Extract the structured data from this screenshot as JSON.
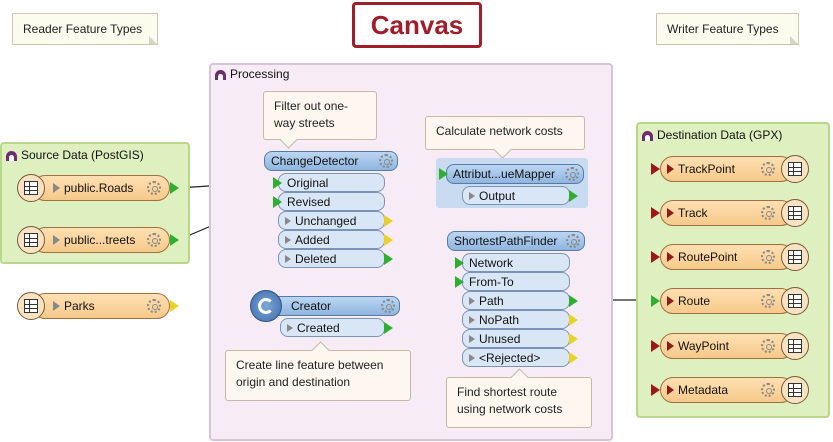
{
  "canvas_title": "Canvas",
  "reader_note": "Reader Feature Types",
  "writer_note": "Writer Feature Types",
  "source_bookmark": {
    "title": "Source Data (PostGIS)",
    "features": [
      "public.Roads",
      "public...treets"
    ]
  },
  "parks_feature": "Parks",
  "processing_bookmark": {
    "title": "Processing"
  },
  "destination_bookmark": {
    "title": "Destination Data (GPX)",
    "features": [
      "TrackPoint",
      "Track",
      "RoutePoint",
      "Route",
      "WayPoint",
      "Metadata"
    ]
  },
  "callouts": {
    "filter": "Filter out one-way streets",
    "network_costs": "Calculate network costs",
    "create_line": "Create line feature between origin and destination",
    "shortest_route": "Find shortest route using network costs"
  },
  "change_detector": {
    "name": "ChangeDetector",
    "inputs": [
      "Original",
      "Revised"
    ],
    "outputs": [
      "Unchanged",
      "Added",
      "Deleted"
    ]
  },
  "attribute_mapper": {
    "name": "Attribut...ueMapper",
    "outputs": [
      "Output"
    ]
  },
  "shortest_path": {
    "name": "ShortestPathFinder",
    "inputs": [
      "Network",
      "From-To"
    ],
    "outputs": [
      "Path",
      "NoPath",
      "Unused",
      "<Rejected>"
    ]
  },
  "creator": {
    "name": "Creator",
    "outputs": [
      "Created"
    ]
  },
  "colors": {
    "bookmark_green": "#dff0c0",
    "bookmark_purple": "#f7ecf6",
    "title_red": "#a01d2a"
  }
}
